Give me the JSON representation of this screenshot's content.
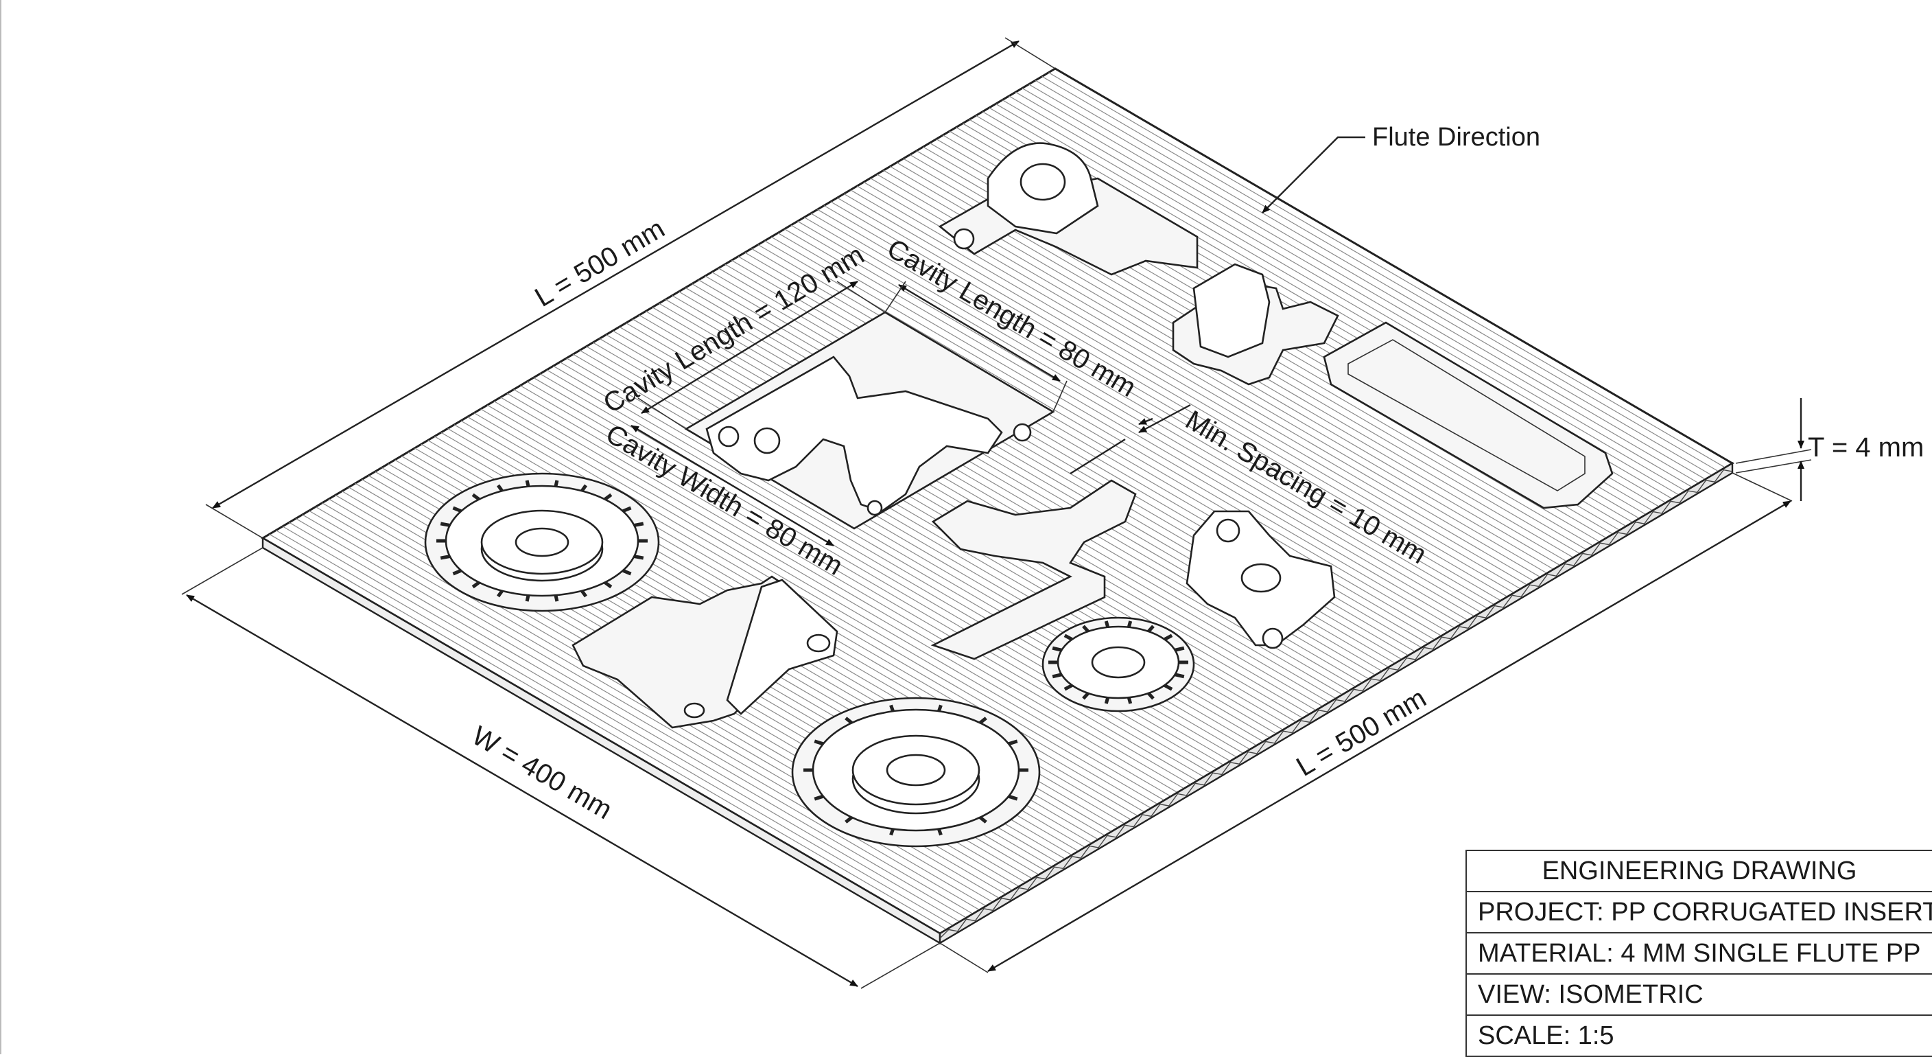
{
  "dimensions": {
    "length_top": "L = 500 mm",
    "length_right": "L = 500 mm",
    "width": "W = 400 mm",
    "thickness": "T = 4 mm",
    "cavity_length_120": "Cavity Length = 120 mm",
    "cavity_length_80": "Cavity Length = 80 mm",
    "cavity_width_80": "Cavity Width = 80 mm",
    "min_spacing": "Min. Spacing = 10 mm"
  },
  "annotations": {
    "flute_direction": "Flute Direction"
  },
  "title_block": {
    "title": "ENGINEERING DRAWING",
    "project": "PROJECT: PP CORRUGATED INSERT",
    "material": "MATERIAL: 4 MM SINGLE FLUTE PP",
    "view": "VIEW: ISOMETRIC",
    "scale": "SCALE: 1:5"
  }
}
